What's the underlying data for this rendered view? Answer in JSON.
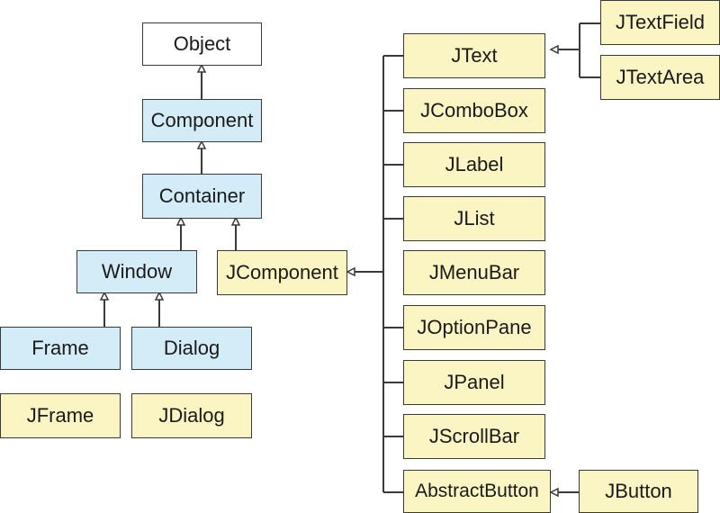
{
  "diagram": {
    "colors": {
      "awt": "#d4ebf8",
      "swing": "#fbf5c4",
      "root": "#ffffff",
      "line": "#3a3a3a"
    },
    "classes": {
      "object": "Object",
      "component": "Component",
      "container": "Container",
      "window": "Window",
      "frame": "Frame",
      "dialog": "Dialog",
      "jframe": "JFrame",
      "jdialog": "JDialog",
      "jcomponent": "JComponent",
      "jtext": "JText",
      "jtextfield": "JTextField",
      "jtextarea": "JTextArea",
      "jcombobox": "JComboBox",
      "jlabel": "JLabel",
      "jlist": "JList",
      "jmenubar": "JMenuBar",
      "joptionpane": "JOptionPane",
      "jpanel": "JPanel",
      "jscrollbar": "JScrollBar",
      "abstractbutton": "AbstractButton",
      "jbutton": "JButton"
    }
  }
}
